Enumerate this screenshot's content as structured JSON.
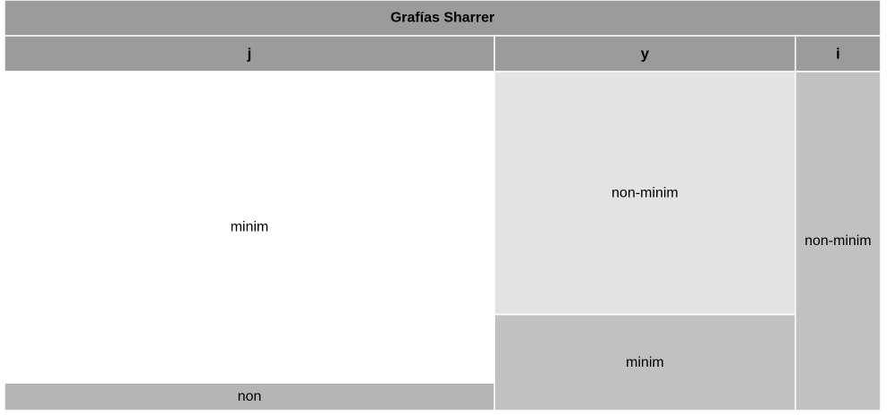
{
  "chart_data": {
    "type": "treemap",
    "title": "Grafías Sharrer",
    "groups": [
      {
        "label": "j",
        "children": [
          {
            "label": "minim",
            "value": 16.9,
            "color": "#ffffff"
          },
          {
            "label": "non",
            "value": 1.5,
            "color": "#b5b5b5"
          }
        ]
      },
      {
        "label": "y",
        "children": [
          {
            "label": "non-minim",
            "value": 8.1,
            "color": "#e3e3e3"
          },
          {
            "label": "minim",
            "value": 3.2,
            "color": "#c1c1c1"
          }
        ]
      },
      {
        "label": "i",
        "children": [
          {
            "label": "non-minim",
            "value": 3.2,
            "color": "#c1c1c1"
          }
        ]
      }
    ],
    "colors": {
      "title_band": "#9b9b9b",
      "group_band": "#9b9b9b",
      "border": "#ffffff"
    }
  }
}
